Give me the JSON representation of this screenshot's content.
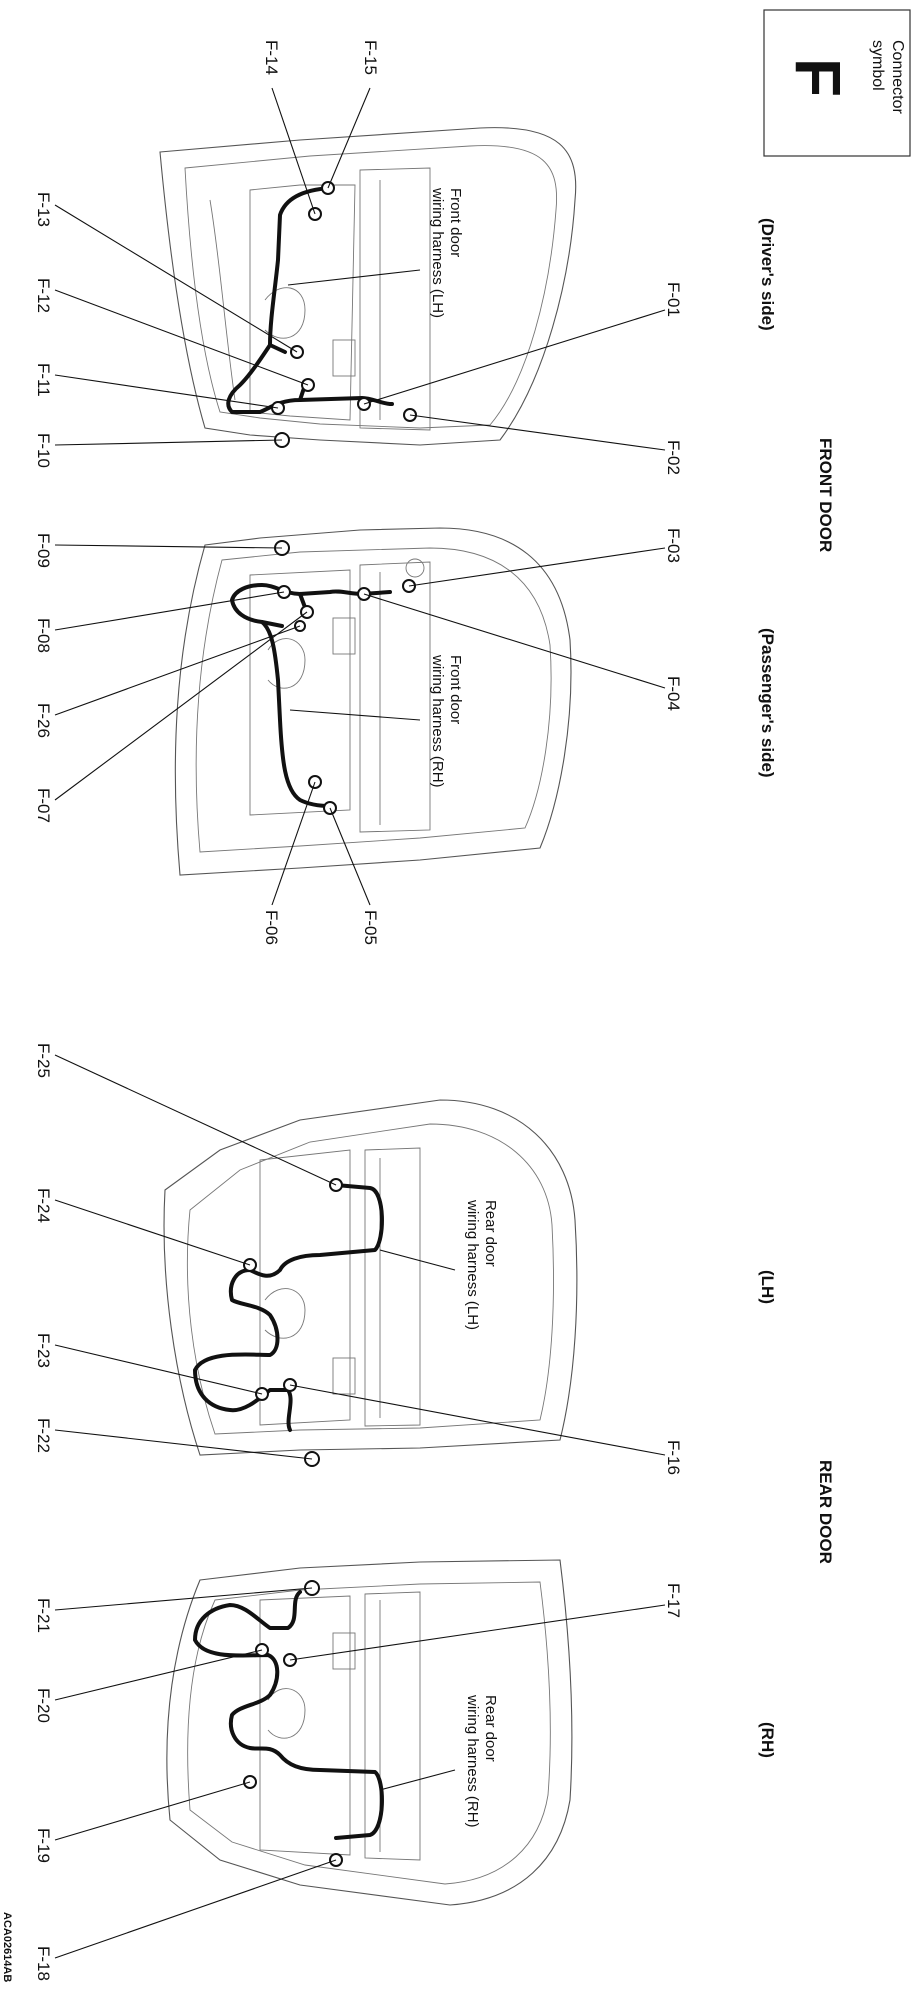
{
  "symbol_box": {
    "line1": "Connector",
    "line2": "symbol",
    "letter": "F"
  },
  "headers": {
    "front_door": "FRONT DOOR",
    "rear_door": "REAR DOOR",
    "drivers_side": "(Driver's side)",
    "passengers_side": "(Passenger's side)",
    "lh": "(LH)",
    "rh": "(RH)"
  },
  "harness_labels": {
    "front_lh": [
      "Front door",
      "wiring harness (LH)"
    ],
    "front_rh": [
      "Front door",
      "wiring harness (RH)"
    ],
    "rear_lh": [
      "Rear door",
      "wiring harness (LH)"
    ],
    "rear_rh": [
      "Rear door",
      "wiring harness (RH)"
    ]
  },
  "connectors": {
    "f01": "F-01",
    "f02": "F-02",
    "f03": "F-03",
    "f04": "F-04",
    "f05": "F-05",
    "f06": "F-06",
    "f07": "F-07",
    "f08": "F-08",
    "f09": "F-09",
    "f10": "F-10",
    "f11": "F-11",
    "f12": "F-12",
    "f13": "F-13",
    "f14": "F-14",
    "f15": "F-15",
    "f16": "F-16",
    "f17": "F-17",
    "f18": "F-18",
    "f19": "F-19",
    "f20": "F-20",
    "f21": "F-21",
    "f22": "F-22",
    "f23": "F-23",
    "f24": "F-24",
    "f25": "F-25",
    "f26": "F-26"
  },
  "figure_code": "ACA02614AB"
}
